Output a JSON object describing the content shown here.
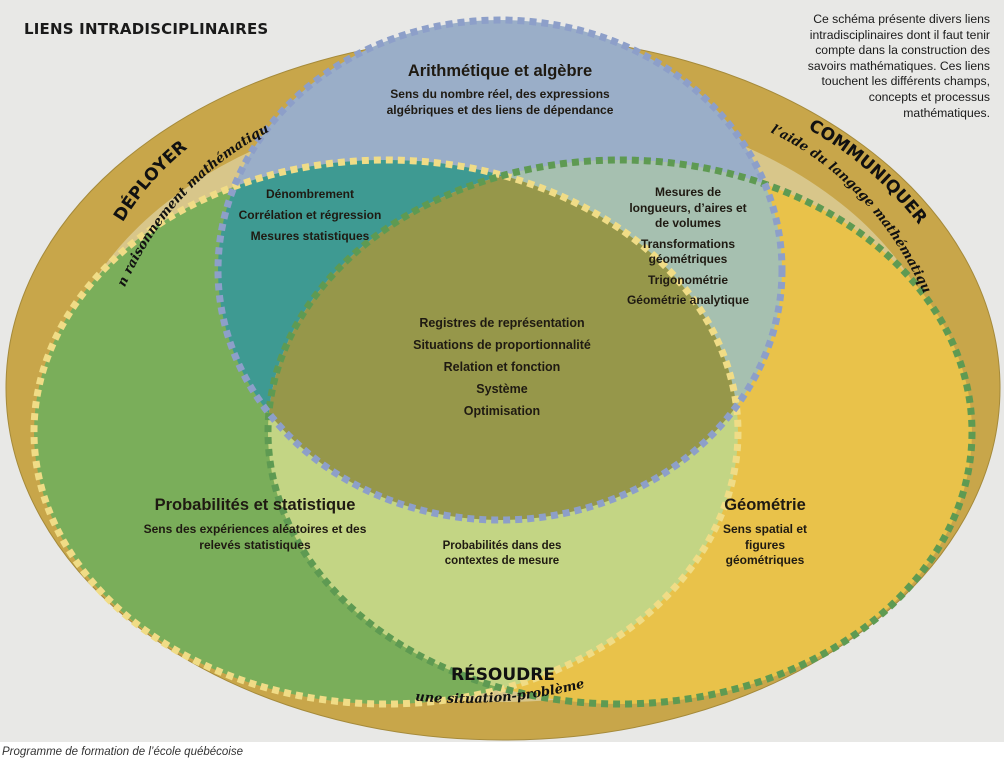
{
  "title": "LIENS INTRADISCIPLINAIRES",
  "intro": "Ce schéma présente divers liens intradisciplinaires dont il faut tenir compte dans la construction des savoirs mathématiques. Ces liens touchent les différents champs, concepts et processus mathématiques.",
  "credit": "Programme de formation de l’école québécoise",
  "competencies": {
    "deployer": {
      "main": "DÉPLOYER",
      "sub": "un raisonnement mathématique"
    },
    "communiquer": {
      "main": "COMMUNIQUER",
      "sub": "à l’aide du langage mathématique"
    },
    "resoudre": {
      "main": "RÉSOUDRE",
      "sub": "une situation-problème"
    }
  },
  "fields": {
    "arithmetique": {
      "title": "Arithmétique et algèbre",
      "subtitle": "Sens du nombre réel, des expressions algébriques et des liens de dépendance"
    },
    "probabilites": {
      "title": "Probabilités et statistique",
      "subtitle": "Sens des expériences aléatoires et des relevés statistiques"
    },
    "geometrie": {
      "title": "Géométrie",
      "subtitle": "Sens spatial et figures géométriques"
    }
  },
  "overlaps": {
    "arith_proba": [
      "Dénombrement",
      "Corrélation et régression",
      "Mesures statistiques"
    ],
    "arith_geo": [
      "Mesures de longueurs, d’aires et de volumes",
      "Transformations géométriques",
      "Trigonométrie",
      "Géométrie analytique"
    ],
    "proba_geo": "Probabilités dans des contextes de mesure",
    "center": [
      "Registres de représentation",
      "Situations de proportionnalité",
      "Relation et fonction",
      "Système",
      "Optimisation"
    ]
  },
  "colors": {
    "background": "#e8e8e6",
    "outer_ring": "#c8a64a",
    "inner_field": "#d8c68a",
    "arithmetique": "#9aaec8",
    "probabilites": "#7aae5a",
    "geometrie": "#e9c24a",
    "arith_proba": "#3e9a92",
    "arith_geo": "#a6c0b0",
    "proba_geo": "#c3d584",
    "center": "#96974a",
    "dash_blue": "#8d9fc9",
    "dash_green": "#5e9a52",
    "dash_yellow": "#f0dc86"
  }
}
